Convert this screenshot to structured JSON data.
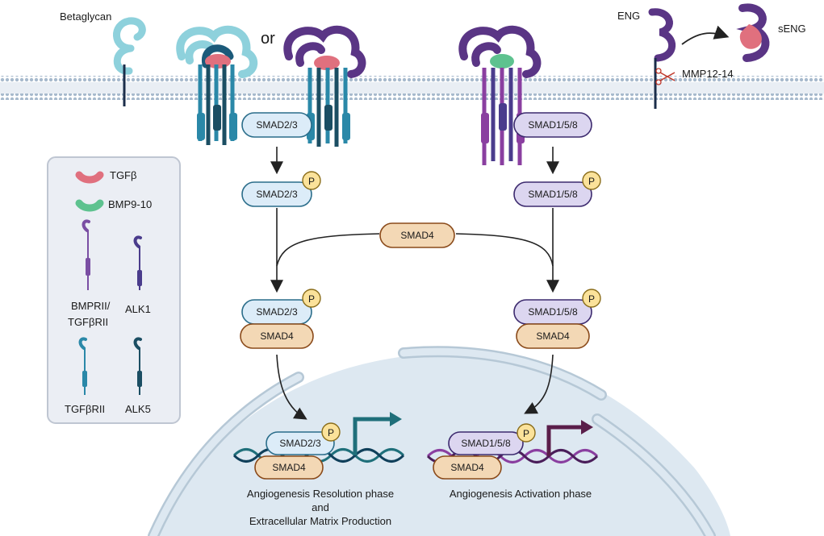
{
  "labels": {
    "betaglycan": "Betaglycan",
    "or": "or",
    "eng": "ENG",
    "seng": "sENG",
    "mmp": "MMP12-14",
    "smad23": "SMAD2/3",
    "smad158": "SMAD1/5/8",
    "smad4": "SMAD4",
    "p": "P"
  },
  "legend": {
    "tgfb": "TGFβ",
    "bmp": "BMP9-10",
    "bmprii": "BMPRII/",
    "tgfbrii_alt": "TGFβRII",
    "alk1": "ALK1",
    "tgfbrii": "TGFβRII",
    "alk5": "ALK5"
  },
  "outcomes": {
    "left_line1": "Angiogenesis Resolution phase",
    "left_line2": "and",
    "left_line3": "Extracellular Matrix Production",
    "right": "Angiogenesis Activation phase"
  },
  "colors": {
    "membrane": "#9fb3c8",
    "tgfb": "#e0707e",
    "bmp": "#5ec28f",
    "light_teal": "#8fd0dc",
    "purple": "#5a3585",
    "violet": "#7a4ea3",
    "teal_mid": "#2a88a8",
    "teal_dark": "#1b4e63",
    "smad23_fill": "#dcecf8",
    "smad158_fill": "#dcd6f0",
    "smad4_fill": "#f3d8b5",
    "phospho": "#fbe29a",
    "nucleus": "#dbe7f0"
  }
}
